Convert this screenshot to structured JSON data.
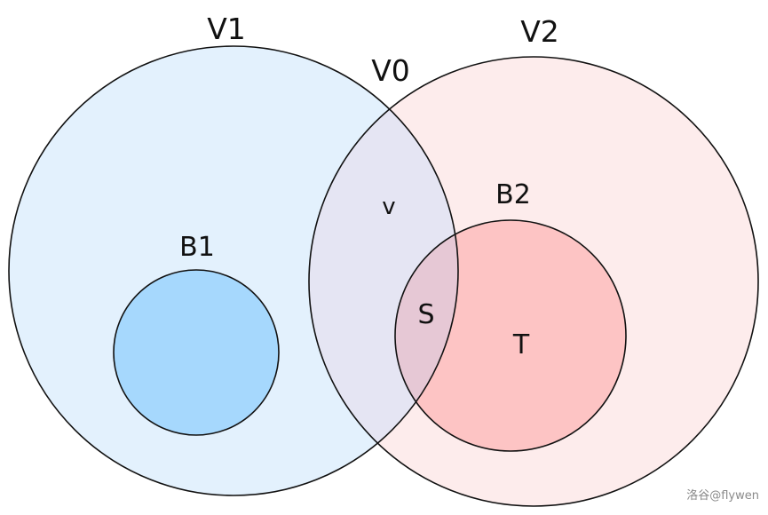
{
  "diagram": {
    "labels": {
      "v1": "V1",
      "v2": "V2",
      "v0": "V0",
      "v": "v",
      "b1": "B1",
      "b2": "B2",
      "s": "S",
      "t": "T"
    },
    "colors": {
      "v1_fill": "#e3f1fd",
      "v2_fill": "#fdecec",
      "b1_fill": "#a6d8fd",
      "b2_fill": "#fdc4c4",
      "v0_overlap_fill": "#e5e5f3",
      "s_overlap_fill": "#e6c8d5",
      "stroke": "#111111"
    }
  },
  "watermark": "洛谷@flywen"
}
